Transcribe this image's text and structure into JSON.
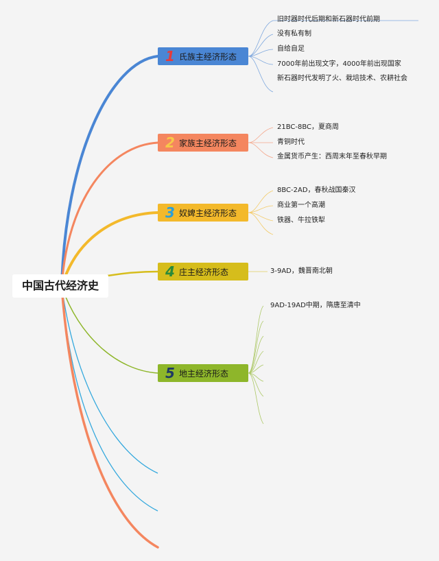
{
  "root": {
    "label": "中国古代经济史"
  },
  "colors": {
    "b1": "#4a86d4",
    "b2": "#f4865f",
    "b3": "#f3b92b",
    "b4": "#d6bd1c",
    "b5": "#8eb62a",
    "loose_blue": "#33a8dd",
    "loose_orange": "#f4865f"
  },
  "branches": [
    {
      "number": "1",
      "label": "氏族主经济形态",
      "number_color": "#e63b3b",
      "leaves": [
        "旧时器时代后期和新石器时代前期",
        "没有私有制",
        "自给自足",
        "7000年前出现文字，4000年前出现国家",
        "新石器时代发明了火、栽培技术、农耕社会"
      ]
    },
    {
      "number": "2",
      "label": "家族主经济形态",
      "number_color": "#f7c948",
      "leaves": [
        "21BC-8BC，夏商周",
        "青铜时代",
        "金属货币产生：西周末年至春秋早期"
      ]
    },
    {
      "number": "3",
      "label": "奴婢主经济形态",
      "number_color": "#2c9fd9",
      "leaves": [
        "8BC-2AD，春秋战国秦汉",
        "商业第一个高潮",
        "铁器、牛拉铁犁"
      ]
    },
    {
      "number": "4",
      "label": "庄主经济形态",
      "number_color": "#2a8a3a",
      "leaves": [
        "3-9AD，魏晋南北朝"
      ]
    },
    {
      "number": "5",
      "label": "地主经济形态",
      "number_color": "#1f3a63",
      "leaves": [
        "9AD-19AD中期，隋唐至清中"
      ]
    }
  ]
}
